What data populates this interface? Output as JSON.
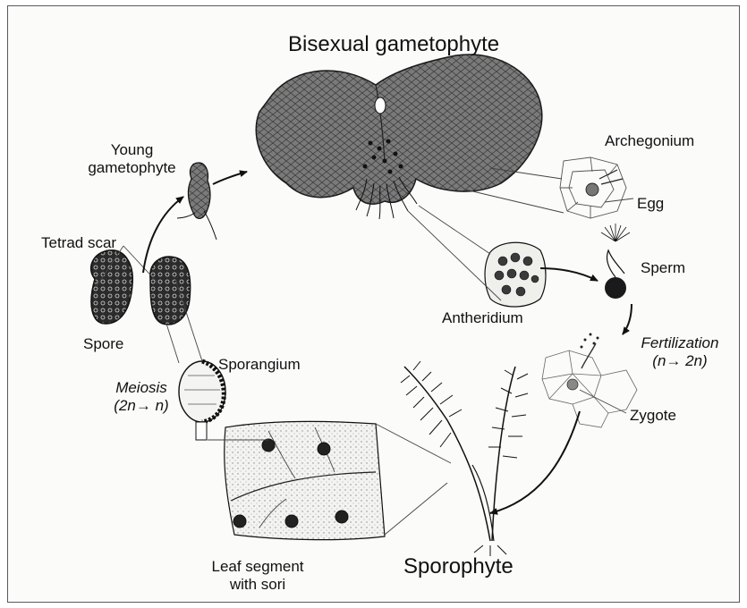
{
  "labels": {
    "bisexual_gametophyte": "Bisexual gametophyte",
    "young_gametophyte_line1": "Young",
    "young_gametophyte_line2": "gametophyte",
    "archegonium": "Archegonium",
    "egg": "Egg",
    "tetrad_scar": "Tetrad scar",
    "sperm": "Sperm",
    "antheridium": "Antheridium",
    "spore": "Spore",
    "fertilization": "Fertilization",
    "fertilization_ploidy": "(n→ 2n)",
    "sporangium": "Sporangium",
    "meiosis": "Meiosis",
    "meiosis_ploidy": "(2n→ n)",
    "zygote": "Zygote",
    "leaf_segment_line1": "Leaf segment",
    "leaf_segment_line2": "with sori",
    "sporophyte": "Sporophyte"
  },
  "colors": {
    "ink": "#111111",
    "thallus": "#6e6e6e",
    "line": "#333333",
    "frame": "#5a5a5a"
  }
}
